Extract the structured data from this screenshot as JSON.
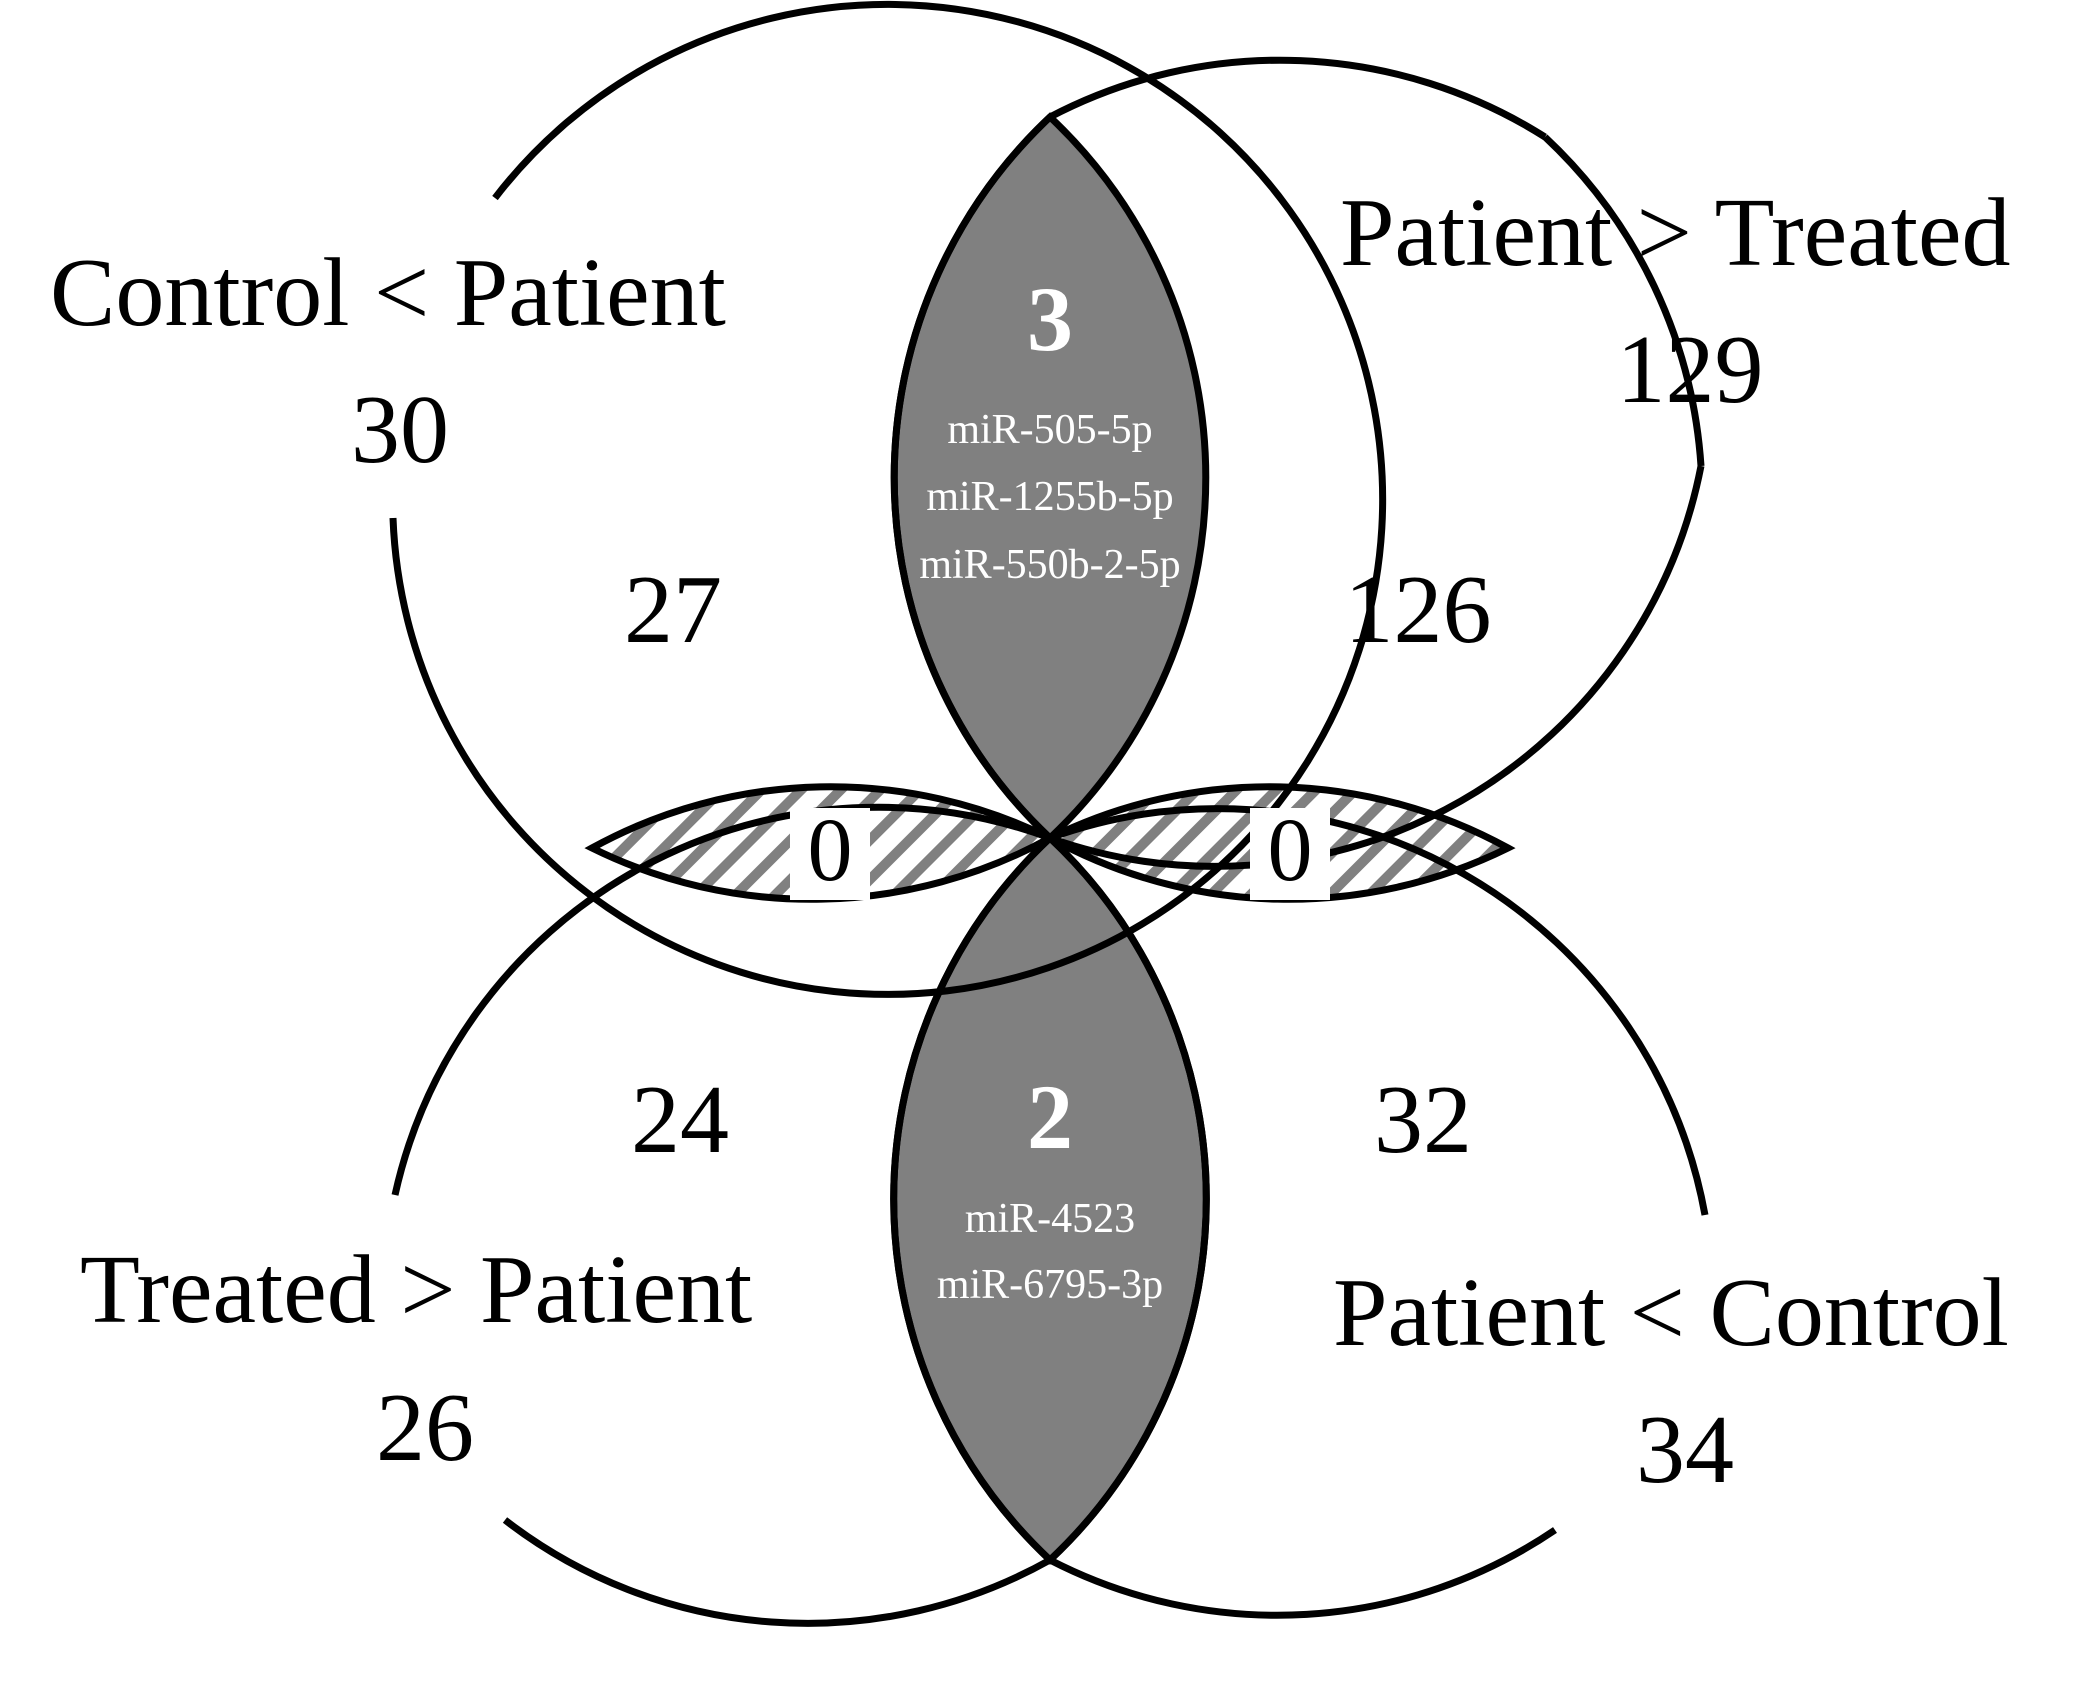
{
  "sets": {
    "top_left": {
      "title": "Control < Patient",
      "total": "30",
      "exclusive": "27"
    },
    "top_right": {
      "title": "Patient > Treated",
      "total": "129",
      "exclusive": "126"
    },
    "bottom_left": {
      "title": "Treated > Patient",
      "total": "26",
      "exclusive": "24"
    },
    "bottom_right": {
      "title": "Patient < Control",
      "total": "34",
      "exclusive": "32"
    }
  },
  "intersections": {
    "top": {
      "count": "3",
      "mirnas": [
        "miR-505-5p",
        "miR-1255b-5p",
        "miR-550b-2-5p"
      ]
    },
    "bottom": {
      "count": "2",
      "mirnas": [
        "miR-4523",
        "miR-6795-3p"
      ]
    },
    "left": {
      "count": "0"
    },
    "right": {
      "count": "0"
    }
  },
  "colors": {
    "outline": "#000000",
    "shared_region": "#808080",
    "hatch": "#808080",
    "background": "#ffffff"
  }
}
